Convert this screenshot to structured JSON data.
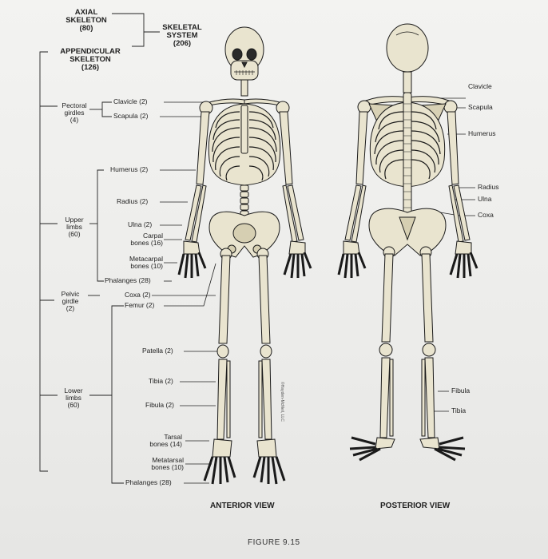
{
  "classification": {
    "axial": [
      "AXIAL",
      "SKELETON",
      "(80)"
    ],
    "system": [
      "SKELETAL",
      "SYSTEM",
      "(206)"
    ],
    "appendicular": [
      "APPENDICULAR",
      "SKELETON",
      "(126)"
    ],
    "pectoral": [
      "Pectoral",
      "girdles",
      "(4)"
    ],
    "upper": [
      "Upper",
      "limbs",
      "(60)"
    ],
    "pelvic": [
      "Pelvic",
      "girdle",
      "(2)"
    ],
    "lower": [
      "Lower",
      "limbs",
      "(60)"
    ]
  },
  "bones_left": {
    "clavicle": "Clavicle (2)",
    "scapula": "Scapula (2)",
    "humerus": "Humerus (2)",
    "radius": "Radius (2)",
    "ulna": "Ulna (2)",
    "carpal": [
      "Carpal",
      "bones (16)"
    ],
    "metacarpal": [
      "Metacarpal",
      "bones (10)"
    ],
    "phalanges_hand": "Phalanges (28)",
    "coxa": "Coxa (2)",
    "femur": "Femur (2)",
    "patella": "Patella (2)",
    "tibia": "Tibia (2)",
    "fibula": "Fibula (2)",
    "tarsal": [
      "Tarsal",
      "bones (14)"
    ],
    "metatarsal": [
      "Metatarsal",
      "bones (10)"
    ],
    "phalanges_foot": "Phalanges (28)"
  },
  "posterior_labels": {
    "clavicle": "Clavicle",
    "scapula": "Scapula",
    "humerus": "Humerus",
    "radius": "Radius",
    "ulna": "Ulna",
    "coxa": "Coxa",
    "fibula": "Fibula",
    "tibia": "Tibia"
  },
  "views": {
    "anterior": "ANTERIOR VIEW",
    "posterior": "POSTERIOR VIEW"
  },
  "copyright": "©Hayden-McNeil, LLC",
  "caption": "FIGURE 9.15",
  "colors": {
    "bone": "#e9e4cf",
    "bone_shadow": "#cfc8a9",
    "outline": "#1a1a1a",
    "line": "#222222"
  }
}
